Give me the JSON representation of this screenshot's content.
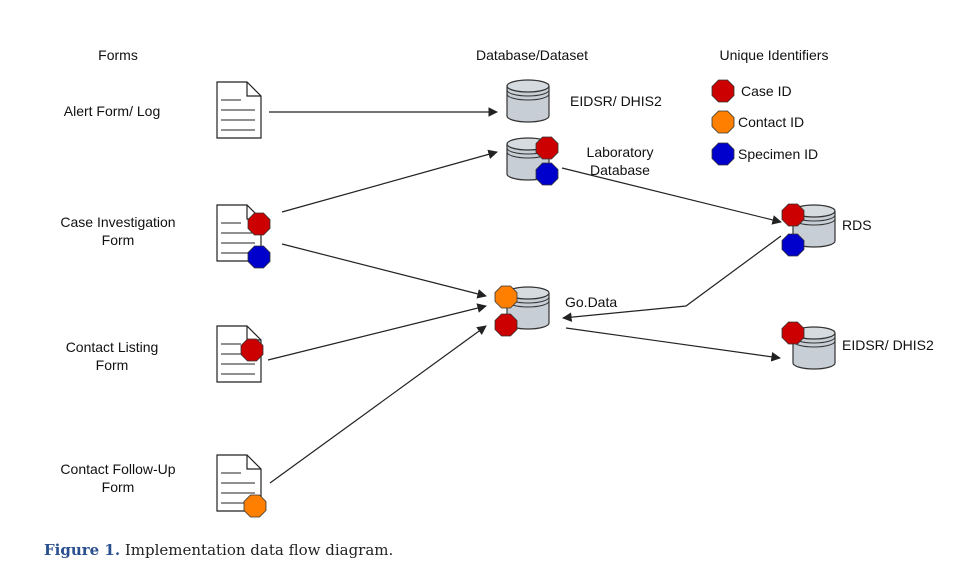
{
  "headers": {
    "forms": "Forms",
    "database": "Database/Dataset",
    "identifiers": "Unique Identifiers"
  },
  "forms": [
    {
      "lines": [
        "Alert Form/ Log"
      ]
    },
    {
      "lines": [
        "Case Investigation",
        "Form"
      ]
    },
    {
      "lines": [
        "Contact Listing",
        "Form"
      ]
    },
    {
      "lines": [
        "Contact Follow-Up",
        "Form"
      ]
    }
  ],
  "databases": {
    "eidsr_top": "EIDSR/ DHIS2",
    "laboratory": [
      "Laboratory",
      "Database"
    ],
    "godata": "Go.Data",
    "rds": "RDS",
    "eidsr_bottom": "EIDSR/ DHIS2"
  },
  "legend": [
    {
      "label": "Case ID",
      "color": "#cc0000"
    },
    {
      "label": "Contact ID",
      "color": "#ff8000"
    },
    {
      "label": "Specimen ID",
      "color": "#0000cc"
    }
  ],
  "caption": {
    "figure": "Figure 1.",
    "text": "Implementation data flow diagram."
  }
}
